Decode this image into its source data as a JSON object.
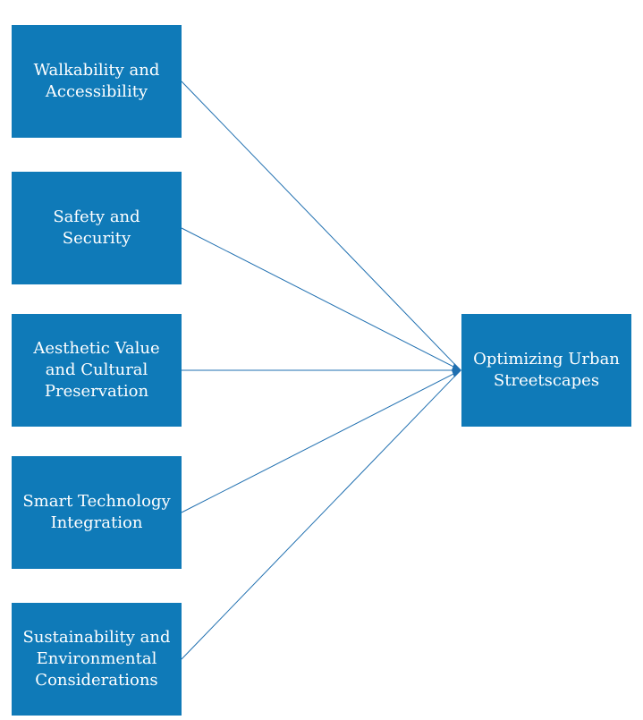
{
  "diagram": {
    "sources": [
      {
        "id": "b1",
        "label": "Walkability and\nAccessibility"
      },
      {
        "id": "b2",
        "label": "Safety and Security"
      },
      {
        "id": "b3",
        "label": "Aesthetic Value\nand Cultural\nPreservation"
      },
      {
        "id": "b4",
        "label": "Smart Technology\nIntegration"
      },
      {
        "id": "b5",
        "label": "Sustainability and\nEnvironmental\nConsiderations"
      }
    ],
    "target": {
      "id": "target",
      "label": "Optimizing Urban\nStreetscapes"
    },
    "colors": {
      "box_fill": "#0f7ab8",
      "box_text": "#ffffff",
      "connector": "#1f6fb0"
    }
  }
}
